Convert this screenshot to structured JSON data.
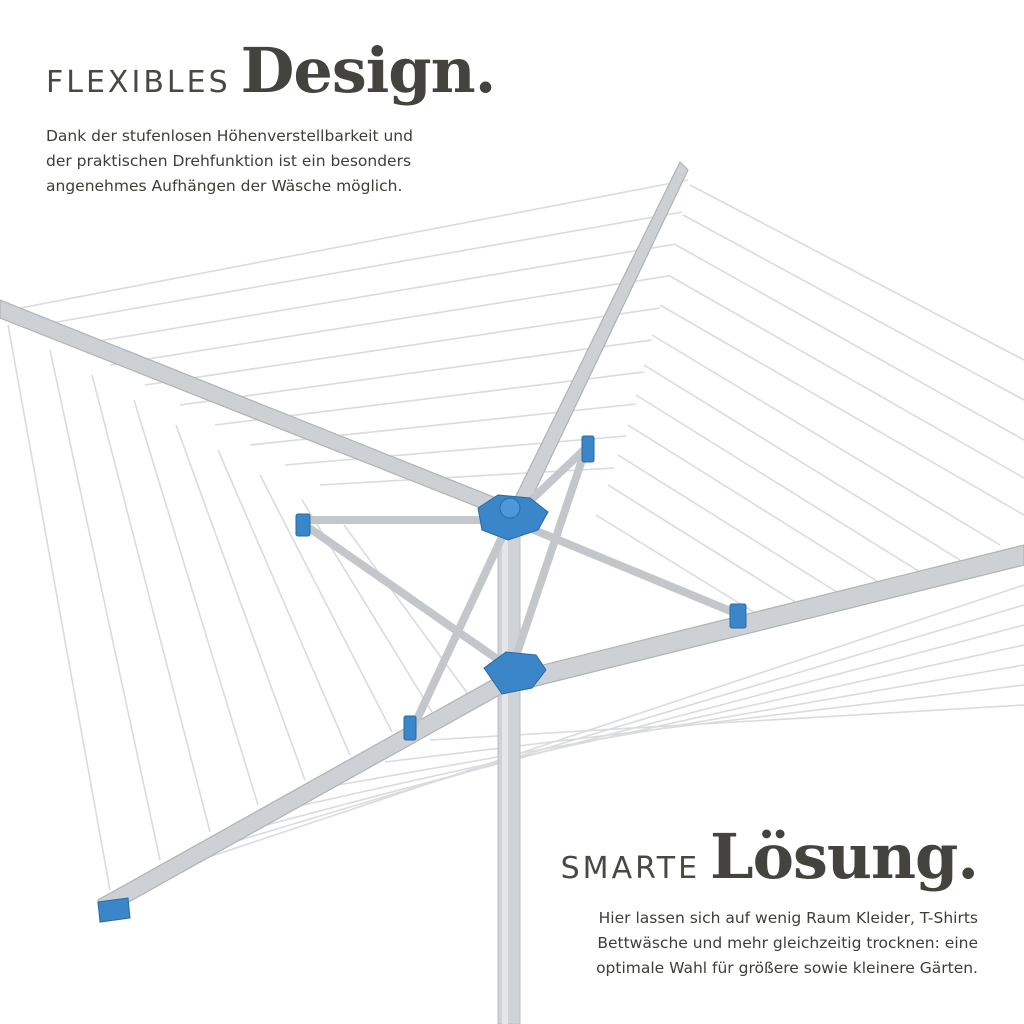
{
  "top": {
    "kicker": "FLEXIBLES",
    "headline": "Design.",
    "lines": [
      "Dank der stufenlosen Höhenverstellbarkeit und",
      "der praktischen Drehfunktion ist ein besonders",
      "angenehmes Aufhängen der Wäsche möglich."
    ]
  },
  "bottom": {
    "kicker": "SMARTE",
    "headline": "Lösung.",
    "lines": [
      "Hier lassen sich auf wenig Raum Kleider, T-Shirts",
      "Bettwäsche und mehr gleichzeitig trocknen: eine",
      "optimale Wahl für größere sowie kleinere Gärten."
    ]
  },
  "colors": {
    "text": "#3f3d38",
    "aluminium": "#c9cdd2",
    "line": "#d7d9dc",
    "accent_blue": "#3b86c8"
  }
}
